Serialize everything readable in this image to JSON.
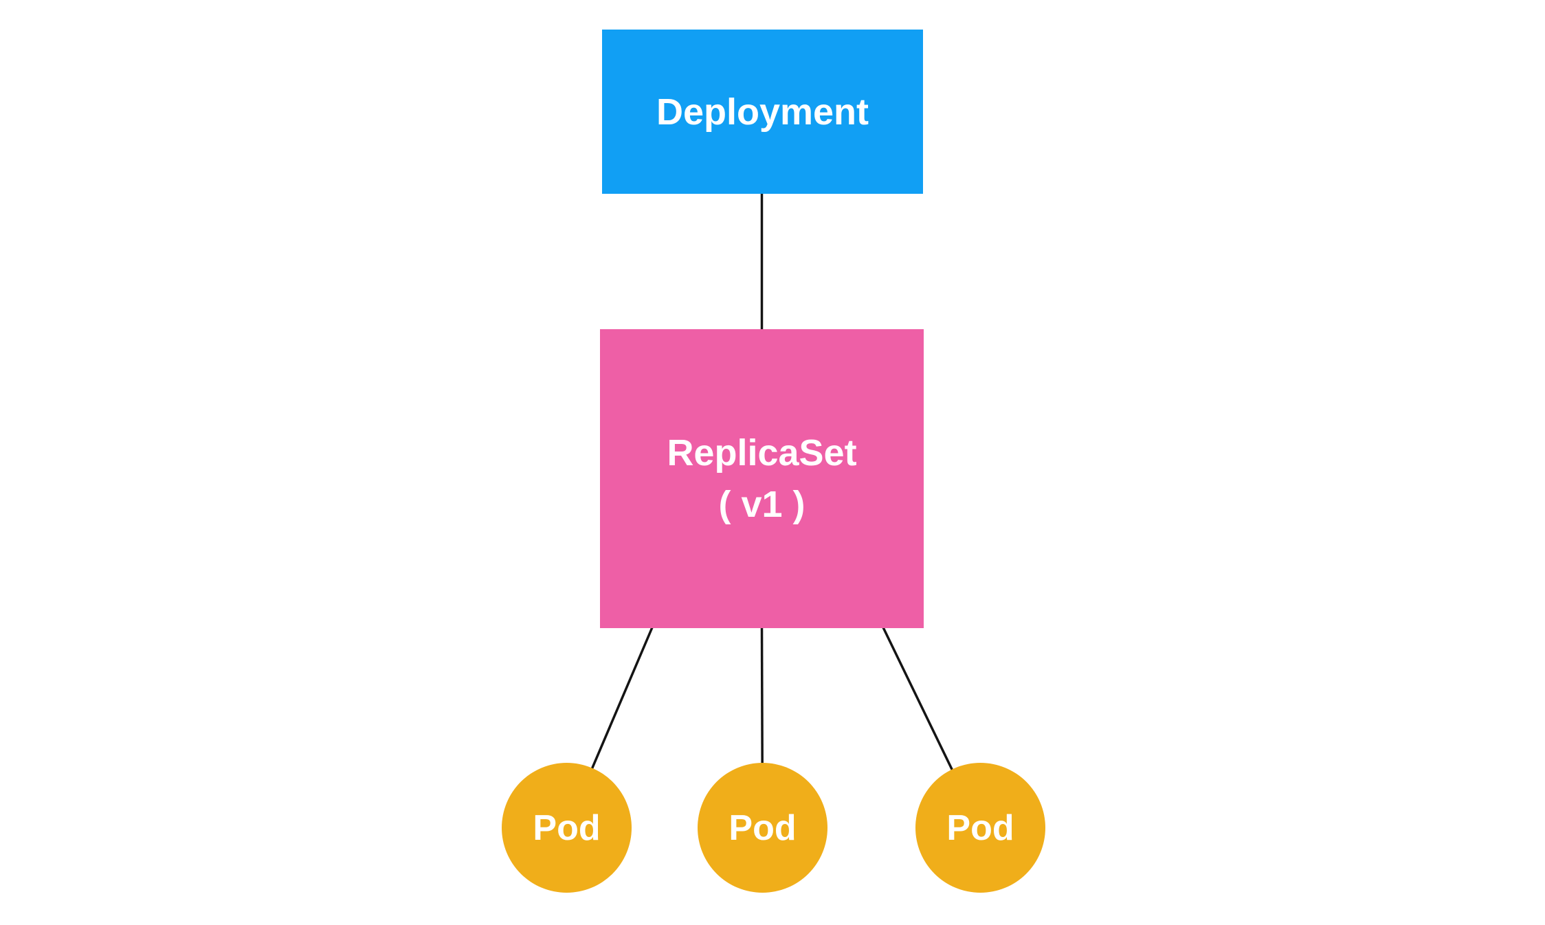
{
  "nodes": {
    "deployment": {
      "label": "Deployment"
    },
    "replicaset": {
      "label_line1": "ReplicaSet",
      "label_line2": "( v1 )"
    },
    "pods": [
      {
        "label": "Pod"
      },
      {
        "label": "Pod"
      },
      {
        "label": "Pod"
      }
    ]
  },
  "edges": [
    {
      "from": "deployment",
      "to": "replicaset"
    },
    {
      "from": "replicaset",
      "to": "pod-1"
    },
    {
      "from": "replicaset",
      "to": "pod-2"
    },
    {
      "from": "replicaset",
      "to": "pod-3"
    }
  ],
  "colors": {
    "background": "#FFFFFF",
    "deployment": "#119FF4",
    "replicaset": "#EE5FA6",
    "pod": "#F0AE1A",
    "edge": "#141414",
    "label": "#FFFFFF"
  }
}
